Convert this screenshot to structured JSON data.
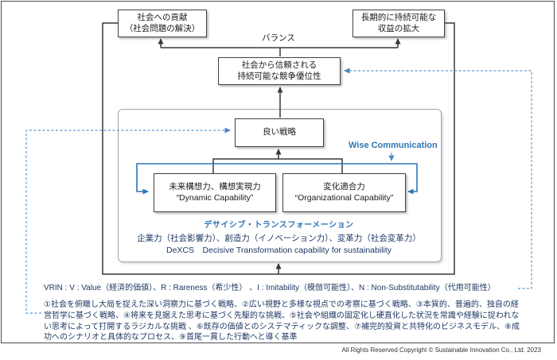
{
  "colors": {
    "accent_blue": "#2E75B6",
    "dashed_blue": "#5B9BD5",
    "navy_text": "#1F3864",
    "connector_dark": "#383838",
    "box_border": "#404040",
    "inner_rect_border": "#A6A6A6"
  },
  "diagram": {
    "boxes": {
      "contribution": {
        "line1": "社会への貢献",
        "line2": "（社会問題の解決）"
      },
      "profit": {
        "line1": "長期的に持続可能な",
        "line2": "収益の拡大"
      },
      "trust": {
        "line1": "社会から信頼される",
        "line2": "持続可能な競争優位性"
      },
      "strategy": {
        "label": "良い戦略"
      },
      "dynamic": {
        "line1": "未来構想力、構想実現力",
        "line2": "“Dynamic Capability”"
      },
      "organizational": {
        "line1": "変化適合力",
        "line2": "“Organizational Capability”"
      }
    },
    "labels": {
      "balance": "バランス",
      "wise_communication": "Wise Communication",
      "dx_title": "デサイシブ・トランスフォーメーション",
      "dx_line1": "企業力（社会影響力）、創造力（イノベーション力）、変革力（社会変革力）",
      "dx_line2": "DeXCS　Decisive Transformation capability for sustainability"
    },
    "notes": {
      "vrin": "VRIN : V : Value（経済的価値）、R : Rareness（希少性） 、I : Imitability（模倣可能性）、N :  Non-Substitutability（代用可能性）",
      "numbered": "①社会を俯瞰し大局を捉えた深い洞察力に基づく戦略、②広い視野と多様な視点での考察に基づく戦略、③本質的、普遍的、独自の経営哲学に基づく戦略、④将来を見据えた思考に基づく先駆的な挑戦、⑤社会や組織の固定化し硬直化した状況を常識や経験に捉われない思考によって打開するラジカルな挑戦 、⑥既存の価値とのシステマティックな調整、⑦補完的投資と共特化のビジネスモデル、⑧成功へのシナリオと具体的なプロセス、⑨首尾一貫した行動へと導く基準"
    },
    "footer": {
      "copyright": "All Rights Reserved Copyright © Sustainable Innovation Co., Ltd. 2023"
    }
  }
}
